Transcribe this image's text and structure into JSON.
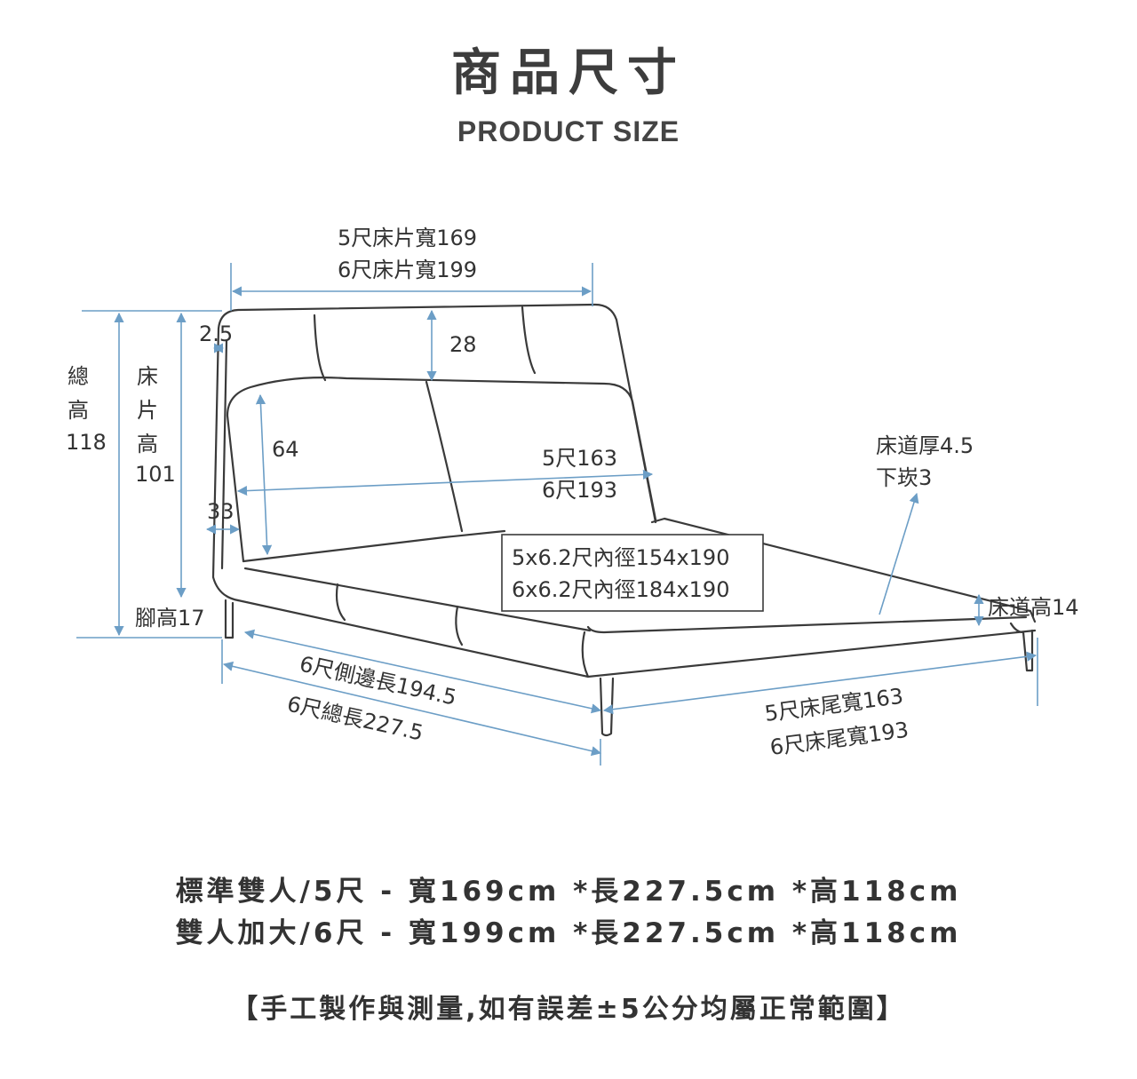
{
  "header": {
    "title": "商品尺寸",
    "subtitle": "PRODUCT SIZE"
  },
  "diagram": {
    "labels": {
      "headboard_width_5": "5尺床片寬169",
      "headboard_width_6": "6尺床片寬199",
      "panel_thick": "2.5",
      "cushion_top": "28",
      "total_height": [
        "總",
        "高",
        "118"
      ],
      "headboard_height": [
        "床",
        "片",
        "高",
        "101"
      ],
      "cushion_height": "64",
      "inner_width_5": "5尺163",
      "inner_width_6": "6尺193",
      "side_thick": "33",
      "rail_thick_1": "床道厚4.5",
      "rail_thick_2": "下崁3",
      "inner_dim_5": "5x6.2尺內徑154x190",
      "inner_dim_6": "6x6.2尺內徑184x190",
      "rail_height": "床道高14",
      "leg_height": "腳高17",
      "side_length": "6尺側邊長194.5",
      "total_length": "6尺總長227.5",
      "foot_width_5": "5尺床尾寬163",
      "foot_width_6": "6尺床尾寬193"
    },
    "colors": {
      "line": "#3a3a3a",
      "dimension": "#6c9ec6"
    }
  },
  "specs": {
    "line1": "標準雙人/5尺 - 寬169cm *長227.5cm *高118cm",
    "line2": "雙人加大/6尺 - 寬199cm *長227.5cm *高118cm"
  },
  "note": "【手工製作與測量,如有誤差±5公分均屬正常範圍】"
}
